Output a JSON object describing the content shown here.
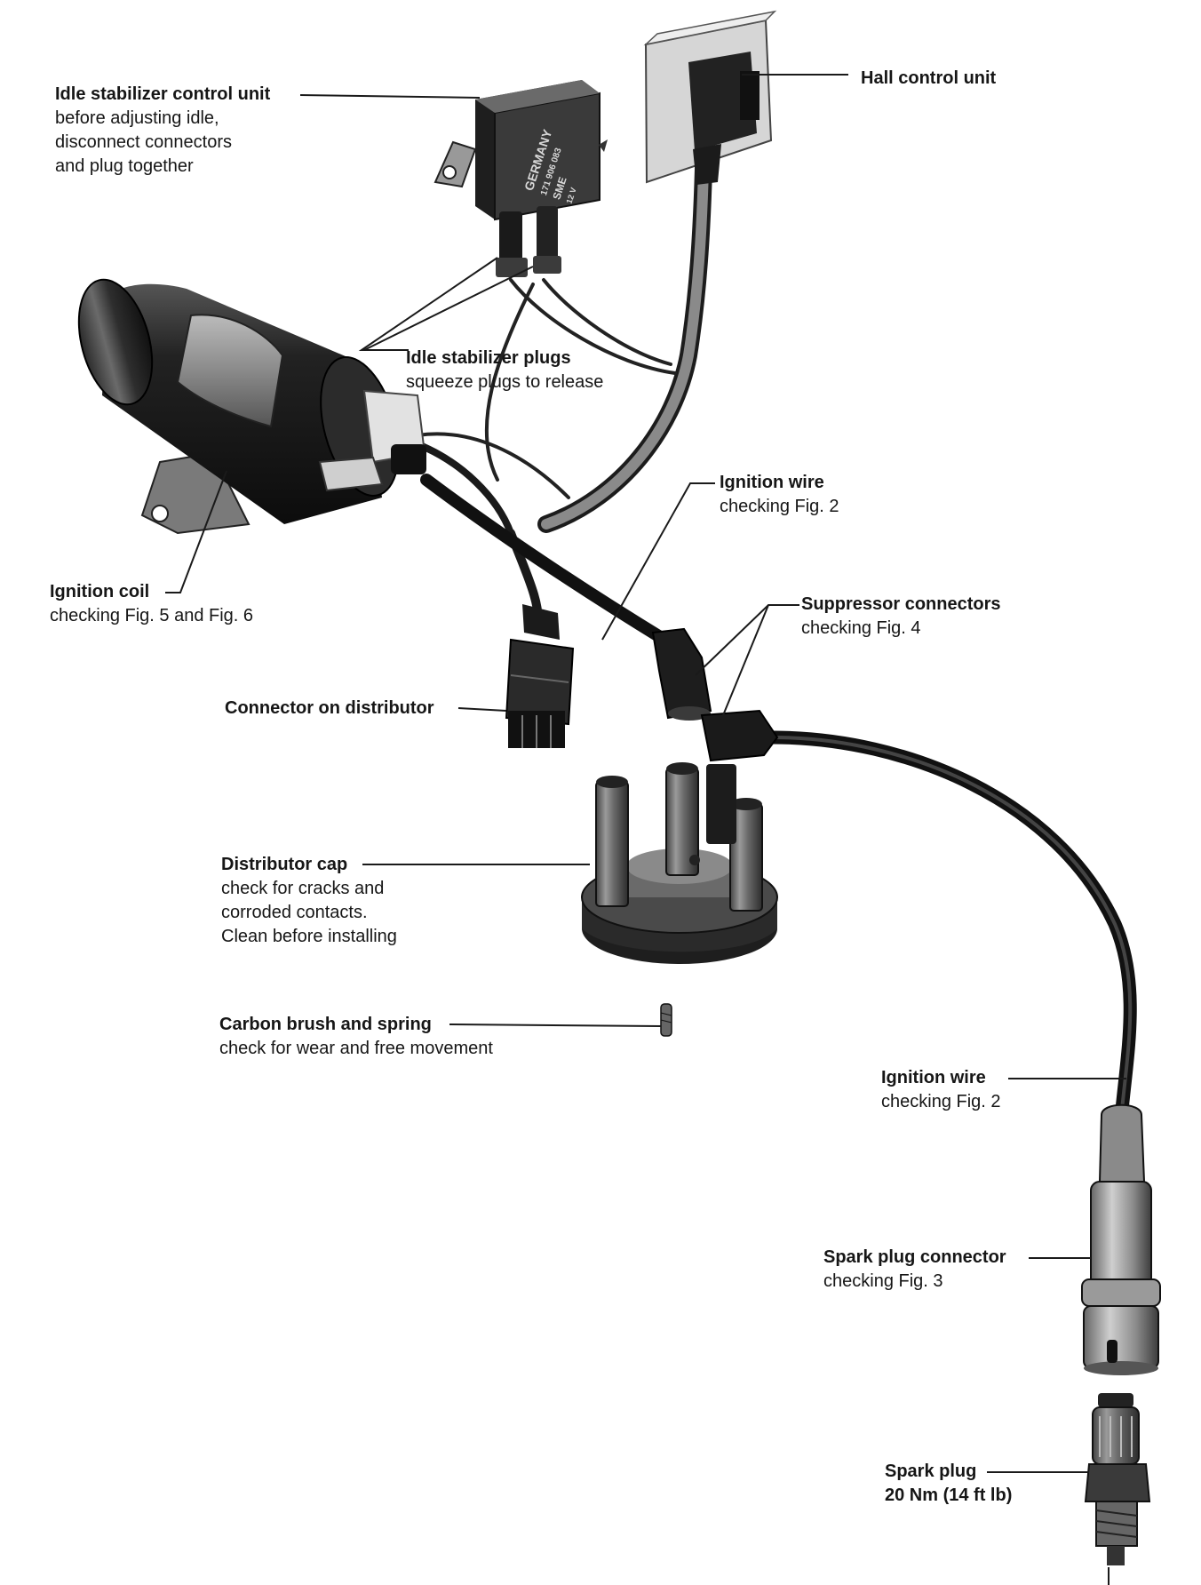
{
  "labels": {
    "idle_control_unit": {
      "title": "Idle stabilizer control unit",
      "lines": [
        "before adjusting idle,",
        "disconnect connectors",
        "and plug together"
      ]
    },
    "hall_control_unit": {
      "title": "Hall control unit"
    },
    "idle_stabilizer_plugs": {
      "title": "Idle stabilizer plugs",
      "lines": [
        "squeeze plugs to release"
      ]
    },
    "ignition_wire_upper": {
      "title": "Ignition wire",
      "lines": [
        "checking Fig. 2"
      ]
    },
    "ignition_coil": {
      "title": "Ignition coil",
      "lines": [
        "checking Fig. 5 and Fig. 6"
      ]
    },
    "suppressor_connectors": {
      "title": "Suppressor connectors",
      "lines": [
        "checking Fig. 4"
      ]
    },
    "connector_on_distributor": {
      "title": "Connector on distributor"
    },
    "distributor_cap": {
      "title": "Distributor cap",
      "lines": [
        "check for cracks and",
        "corroded contacts.",
        "Clean before installing"
      ]
    },
    "carbon_brush": {
      "title": "Carbon brush and spring",
      "lines": [
        "check for wear and free movement"
      ]
    },
    "ignition_wire_lower": {
      "title": "Ignition wire",
      "lines": [
        "checking Fig. 2"
      ]
    },
    "spark_plug_connector": {
      "title": "Spark plug connector",
      "lines": [
        "checking Fig. 3"
      ]
    },
    "spark_plug": {
      "title": "Spark plug",
      "lines": [
        "20 Nm (14 ft lb)"
      ]
    }
  },
  "module_text": [
    "GERMANY",
    "171 906 083",
    "SME",
    "12 V"
  ],
  "colors": {
    "ink": "#161616",
    "paper": "#ffffff"
  }
}
